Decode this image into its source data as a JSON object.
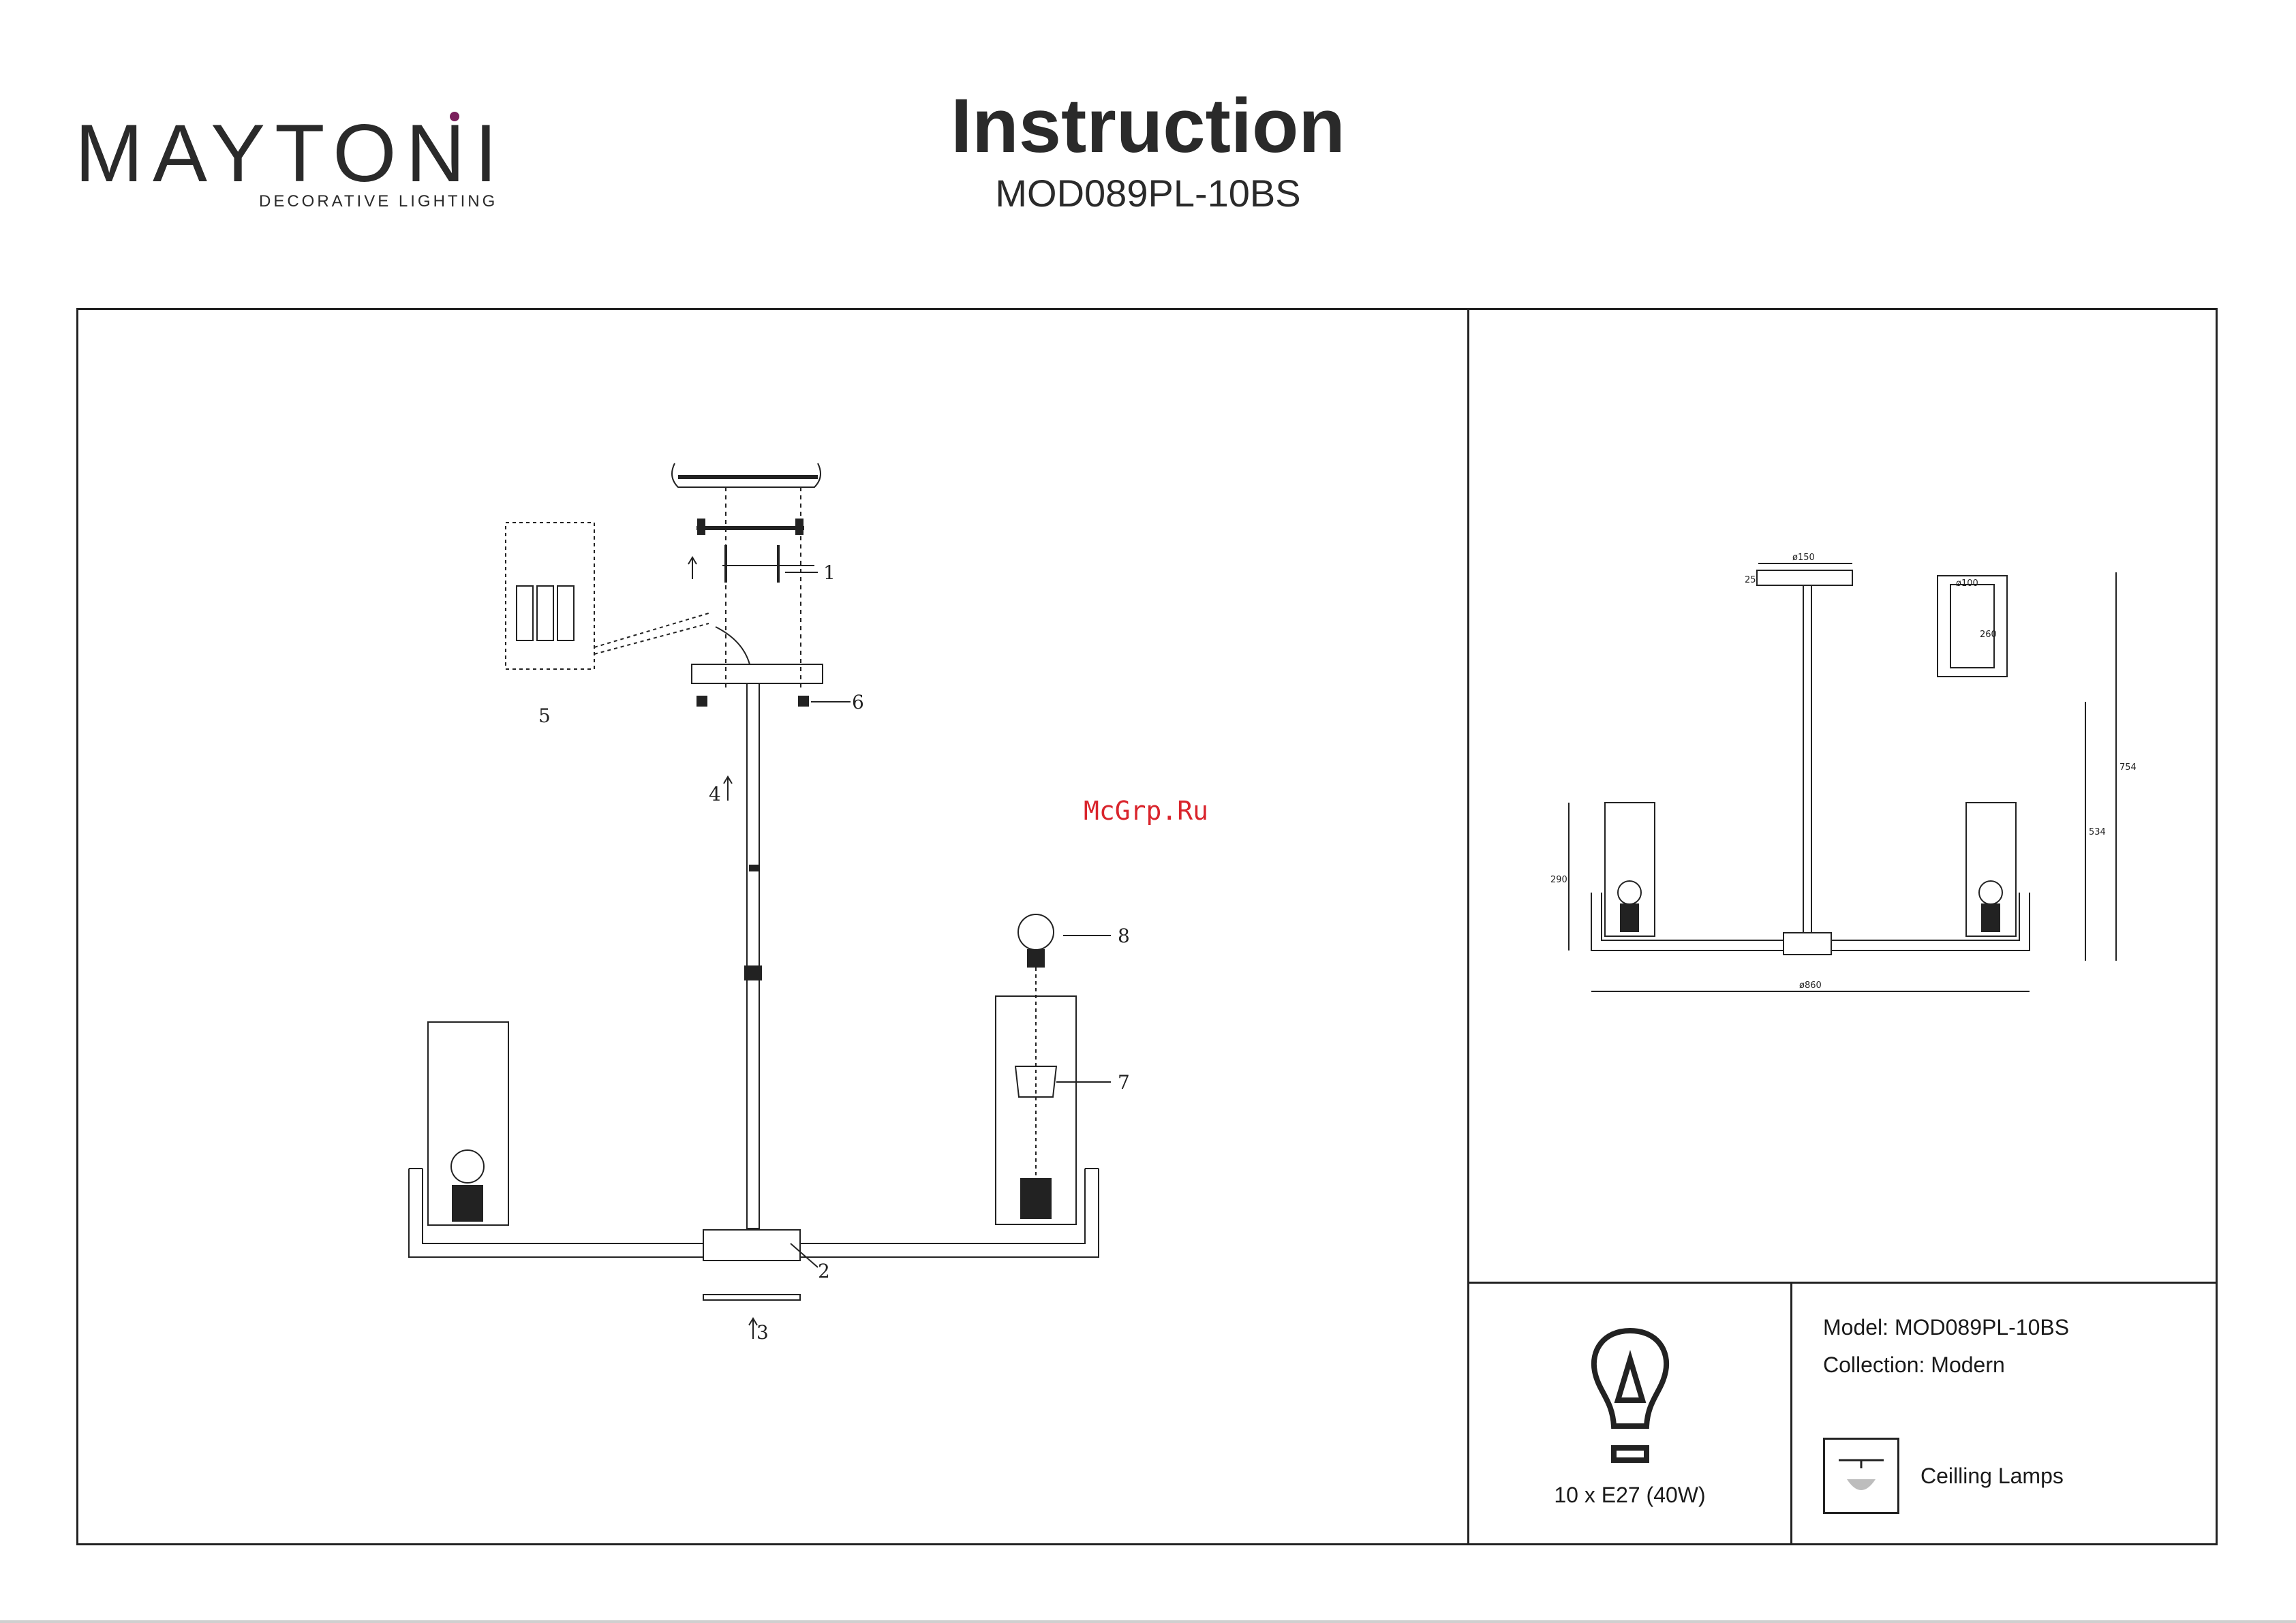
{
  "brand": {
    "name": "MAYTONI",
    "tagline": "DECORATIVE LIGHTING",
    "accent_color": "#7a1f5c"
  },
  "header": {
    "title": "Instruction",
    "model": "MOD089PL-10BS"
  },
  "watermark": "McGrp.Ru",
  "assembly_steps": [
    "1",
    "2",
    "3",
    "4",
    "5",
    "6",
    "7",
    "8"
  ],
  "dimensions": {
    "canopy_diameter": "ø150",
    "canopy_height": "25",
    "shade_diameter": "ø100",
    "shade_height": "260",
    "total_height": "754",
    "min_height": "534",
    "arm_height": "290",
    "total_diameter": "ø860"
  },
  "specs": {
    "bulb_icon": "bulb-icon",
    "bulb_spec": "10 x E27 (40W)",
    "model_line": "Model: MOD089PL-10BS",
    "collection_line": "Collection: Modern",
    "type_icon": "ceiling-lamp-icon",
    "type_label": "Ceilling Lamps"
  }
}
